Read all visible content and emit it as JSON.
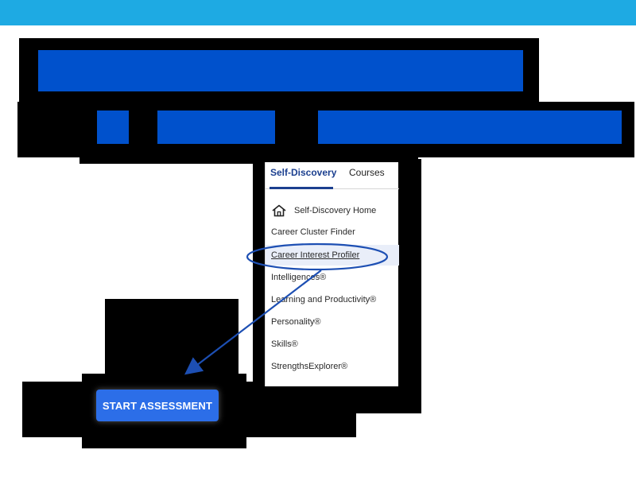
{
  "colors": {
    "top_band": "#1eaae3",
    "redaction_block": "#000000",
    "blue_bar": "#0051cc",
    "active_tab": "#1b3f8f",
    "highlight_row": "#e9eef9",
    "annotation": "#1d4fb3",
    "start_button": "#2c6ee8"
  },
  "tabs": {
    "active": "Self-Discovery",
    "other": "Courses"
  },
  "menu": {
    "items": [
      {
        "label": "Self-Discovery Home",
        "icon": "home-icon"
      },
      {
        "label": "Career Cluster Finder"
      },
      {
        "label": "Career Interest Profiler",
        "highlighted": true
      },
      {
        "label": "Intelligences®"
      },
      {
        "label": "Learning and Productivity®"
      },
      {
        "label": "Personality®"
      },
      {
        "label": "Skills®"
      },
      {
        "label": "StrengthsExplorer®"
      }
    ]
  },
  "start_button": {
    "label": "START ASSESSMENT"
  }
}
